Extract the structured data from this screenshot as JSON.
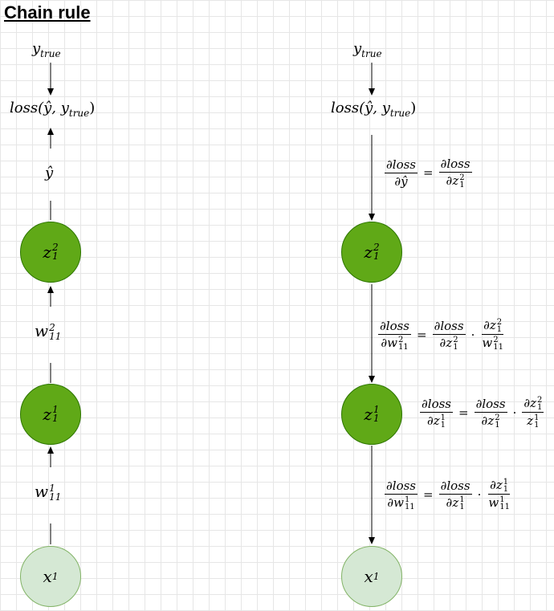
{
  "title": "Chain rule",
  "left": {
    "y_true": "y",
    "y_true_sub": "true",
    "loss": "loss(ŷ, y",
    "loss_sub": "true",
    "loss_close": ")",
    "yhat": "ŷ",
    "z12_base": "z",
    "z12_sup": "2",
    "z12_sub": "1",
    "w2_base": "w",
    "w2_sup": "2",
    "w2_sub": "11",
    "z11_base": "z",
    "z11_sup": "1",
    "z11_sub": "1",
    "w1_base": "w",
    "w1_sup": "1",
    "w1_sub": "11",
    "x1_base": "x",
    "x1_sub": "1"
  },
  "right": {
    "y_true": "y",
    "y_true_sub": "true",
    "loss": "loss(ŷ, y",
    "loss_sub": "true",
    "loss_close": ")",
    "z12_base": "z",
    "z12_sup": "2",
    "z12_sub": "1",
    "z11_base": "z",
    "z11_sup": "1",
    "z11_sub": "1",
    "x1_base": "x",
    "x1_sub": "1",
    "partial": "∂",
    "loss_word": "loss",
    "equals": "=",
    "dot": "·"
  },
  "colors": {
    "hidden_fill": "#60a917",
    "hidden_stroke": "#2d7600",
    "input_fill": "#d5e8d4",
    "input_stroke": "#82b366"
  }
}
